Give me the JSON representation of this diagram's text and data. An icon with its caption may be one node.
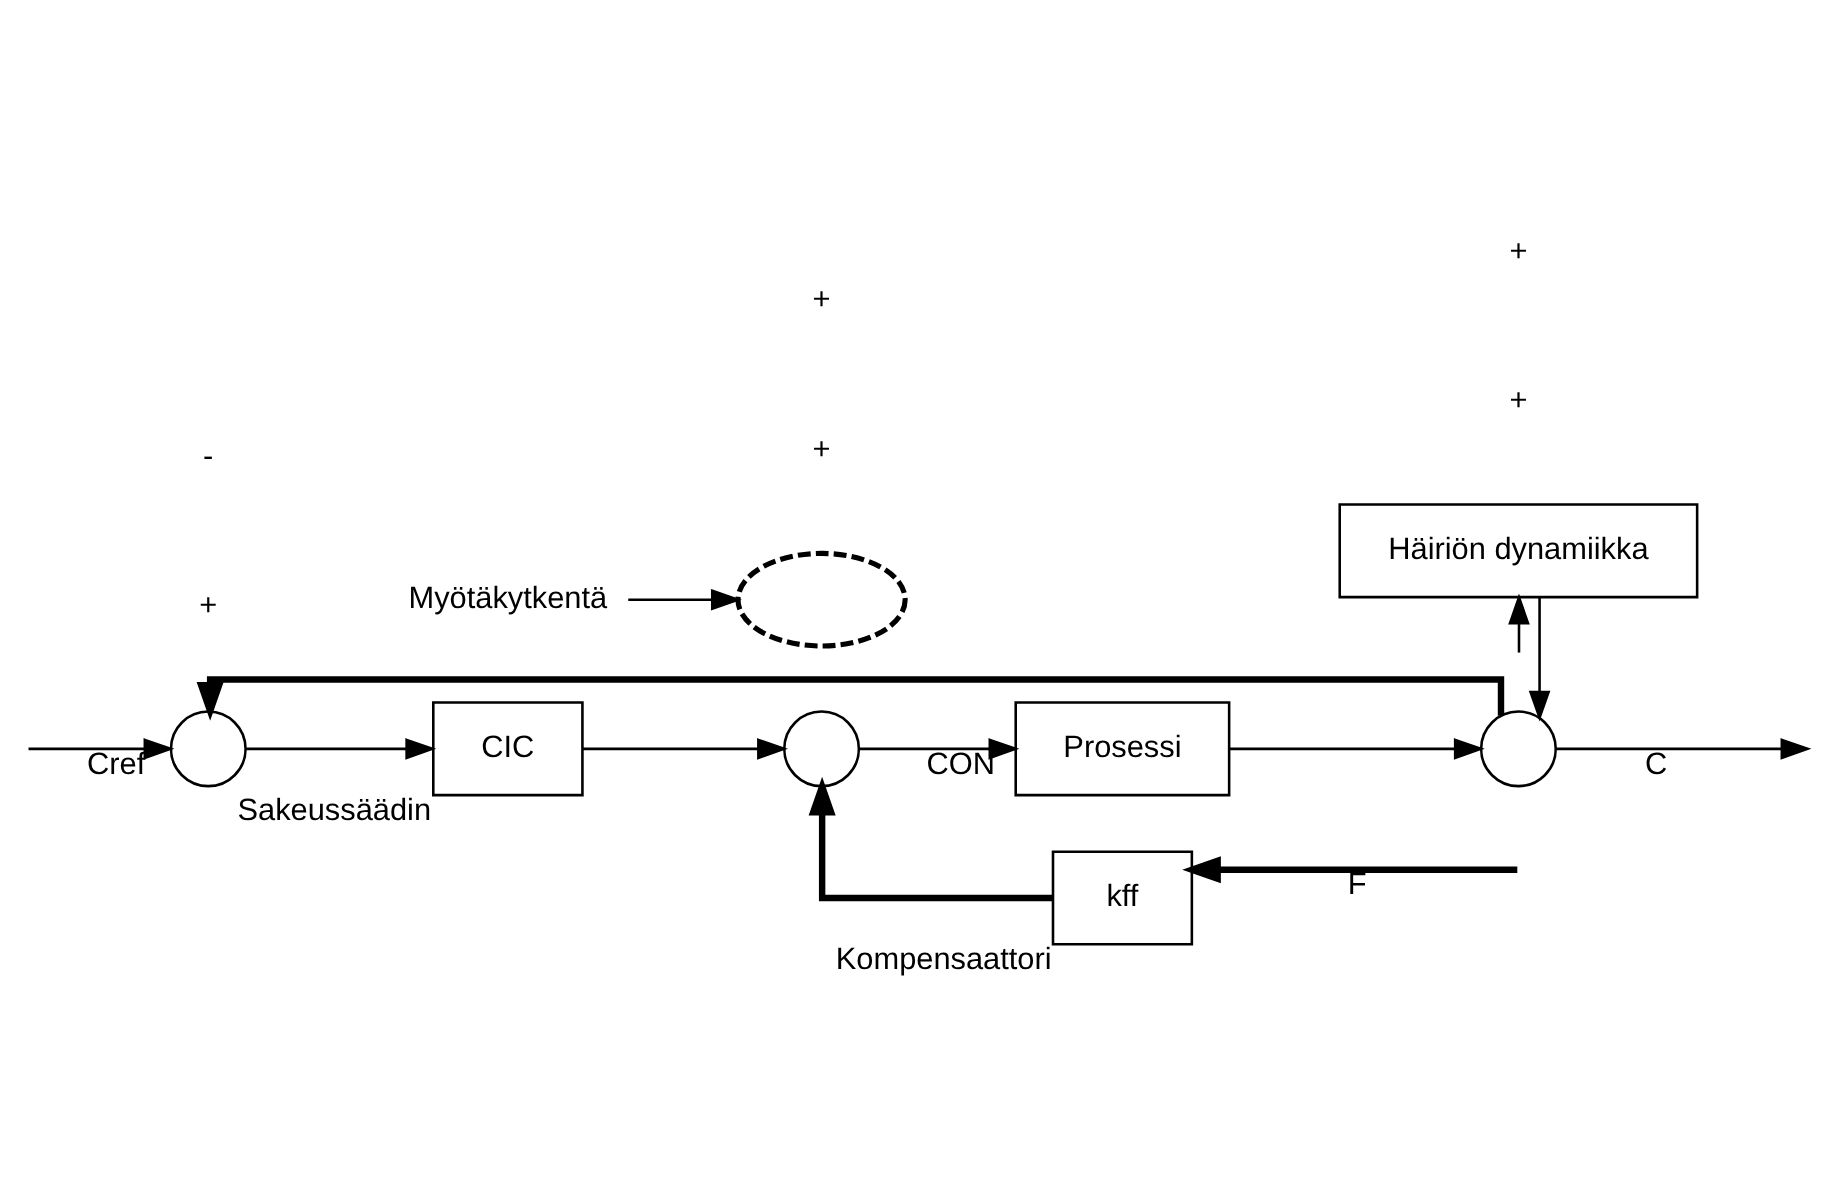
{
  "diagram": {
    "nodes": [
      {
        "text": [],
        "shape": "circle"
      },
      {
        "text": [
          "CIC"
        ],
        "beside": [
          "Sakeussäädin"
        ]
      },
      {
        "text": [],
        "shape": "circle"
      },
      {
        "text": [
          "Prosessi"
        ]
      },
      {
        "text": [],
        "shape": "circle"
      },
      {
        "text": [
          "kff"
        ],
        "beside": [
          "Kompensaattori"
        ]
      },
      {
        "text": [
          "Häiriön dynamiikka"
        ]
      },
      {
        "text": [
          "Myötäkytkentä"
        ]
      },
      {
        "text": [],
        "shape": "arc"
      }
    ],
    "edges": [
      {
        "from": null,
        "to": 0,
        "arrow": "to",
        "label": "Cref"
      },
      {
        "from": 0,
        "to": 1,
        "arrow": "to"
      },
      {
        "from": 1,
        "to": 2,
        "arrow": "to"
      },
      {
        "from": 2,
        "to": 3,
        "arrow": "to",
        "label": "CON"
      },
      {
        "from": 3,
        "to": 4,
        "arrow": "to"
      },
      {
        "from": 4,
        "to": null,
        "arrow": "to",
        "label": "C"
      },
      {
        "from": 4,
        "to": 0,
        "arrow": "to",
        "style": "thick"
      },
      {
        "from": null,
        "to": 5,
        "arrow": "to",
        "label": "F",
        "style": "thick"
      },
      {
        "from": null,
        "to": 6,
        "arrow": "to"
      },
      {
        "from": 5,
        "to": 2,
        "arrow": "to",
        "style": "thick"
      },
      {
        "from": 6,
        "to": 4,
        "arrow": "to"
      },
      {
        "from": 7,
        "to": 8,
        "arrow": "to"
      }
    ],
    "labels": [
      "+",
      "-",
      "+",
      "+",
      "+",
      "+"
    ]
  }
}
